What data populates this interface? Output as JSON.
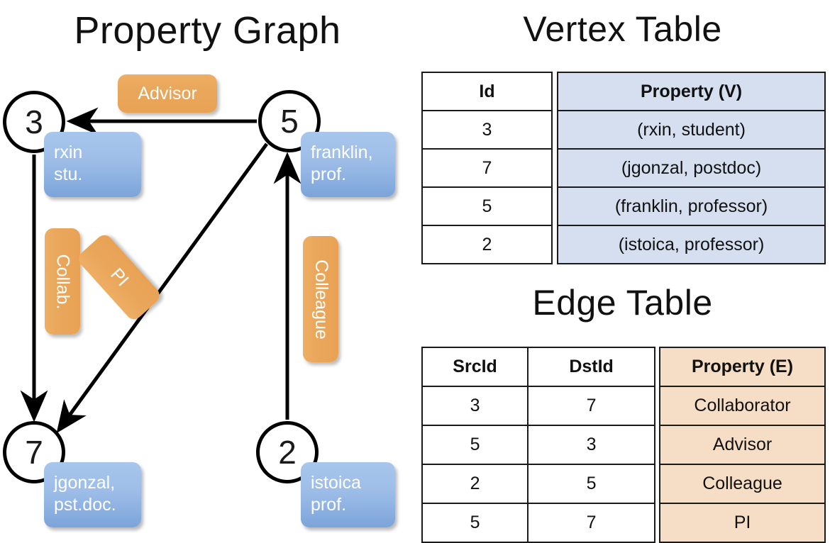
{
  "titles": {
    "property_graph": "Property Graph",
    "vertex_table": "Vertex Table",
    "edge_table": "Edge Table"
  },
  "graph": {
    "nodes": [
      {
        "id": "3",
        "property": "rxin\nstu."
      },
      {
        "id": "5",
        "property": "franklin,\nprof."
      },
      {
        "id": "7",
        "property": "jgonzal,\npst.doc."
      },
      {
        "id": "2",
        "property": "istoica\nprof."
      }
    ],
    "node_labels": {
      "n3": "3",
      "n5": "5",
      "n7": "7",
      "n2": "2"
    },
    "property_boxes": {
      "rxin_line1": "rxin",
      "rxin_line2": "stu.",
      "franklin_line1": "franklin,",
      "franklin_line2": "prof.",
      "jgonzal_line1": "jgonzal,",
      "jgonzal_line2": "pst.doc.",
      "istoica_line1": "istoica",
      "istoica_line2": "prof."
    },
    "edge_labels": {
      "advisor": "Advisor",
      "collab": "Collab.",
      "pi": "PI",
      "colleague": "Colleague"
    },
    "edges": [
      {
        "from": "5",
        "to": "3",
        "label": "Advisor"
      },
      {
        "from": "3",
        "to": "7",
        "label": "Collab."
      },
      {
        "from": "5",
        "to": "7",
        "label": "PI"
      },
      {
        "from": "2",
        "to": "5",
        "label": "Colleague"
      }
    ]
  },
  "vertex_table": {
    "headers": [
      "Id",
      "Property (V)"
    ],
    "rows": [
      {
        "id": "3",
        "property": "(rxin, student)"
      },
      {
        "id": "7",
        "property": "(jgonzal, postdoc)"
      },
      {
        "id": "5",
        "property": "(franklin, professor)"
      },
      {
        "id": "2",
        "property": "(istoica, professor)"
      }
    ]
  },
  "edge_table": {
    "headers": [
      "SrcId",
      "DstId",
      "Property (E)"
    ],
    "rows": [
      {
        "src": "3",
        "dst": "7",
        "property": "Collaborator"
      },
      {
        "src": "5",
        "dst": "3",
        "property": "Advisor"
      },
      {
        "src": "2",
        "dst": "5",
        "property": "Colleague"
      },
      {
        "src": "5",
        "dst": "7",
        "property": "PI"
      }
    ]
  },
  "colors": {
    "vertex_property_fill": "#d5dff0",
    "edge_property_fill": "#f6ddc5",
    "node_box_blue": "#9dbde8",
    "edge_label_orange": "#e9a75c",
    "border": "#1a1a1a",
    "background": "#ffffff"
  }
}
